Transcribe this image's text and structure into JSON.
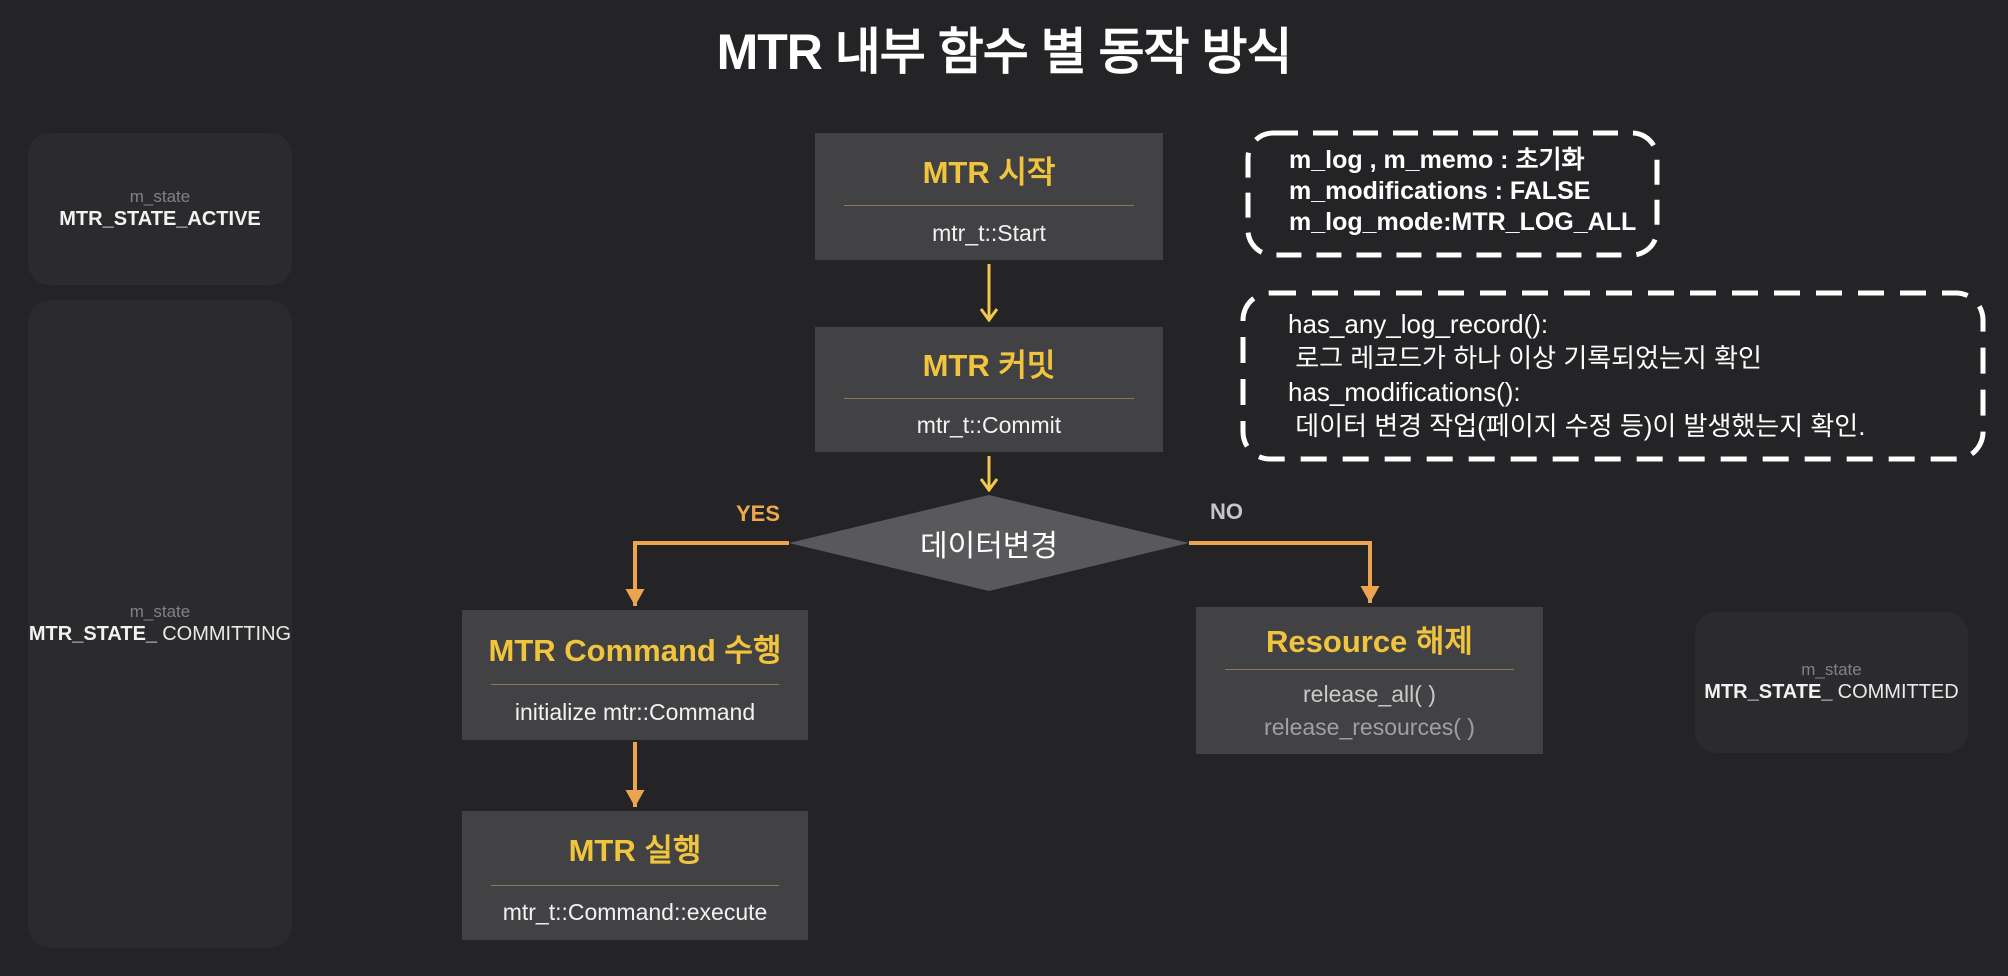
{
  "title": "MTR 내부 함수 별 동작 방식",
  "colors": {
    "background": "#242426",
    "state_box_bg": "#2b2b2d",
    "flow_box_bg": "#424144",
    "diamond_bg": "#59585b",
    "accent_yellow": "#f0c53d",
    "arrow_yellow": "#f2c84b",
    "arrow_orange": "#eda44f",
    "separator": "#8d7b50",
    "note_border": "#ffffff"
  },
  "state_boxes": [
    {
      "label": "m_state",
      "value_strong": "MTR_STATE_ACTIVE",
      "value_rest": ""
    },
    {
      "label": "m_state",
      "value_strong": "MTR_STATE_",
      "value_rest": "COMMITTING"
    },
    {
      "label": "m_state",
      "value_strong": "MTR_STATE_",
      "value_rest": "COMMITTED"
    }
  ],
  "flow": {
    "start": {
      "title": "MTR 시작",
      "subtitle": "mtr_t::Start"
    },
    "commit": {
      "title": "MTR 커밋",
      "subtitle": "mtr_t::Commit"
    },
    "decision": {
      "label": "데이터변경",
      "yes_label": "YES",
      "no_label": "NO"
    },
    "command": {
      "title": "MTR Command 수행",
      "subtitle": "initialize mtr::Command"
    },
    "execute": {
      "title": "MTR 실행",
      "subtitle": "mtr_t::Command::execute"
    },
    "release": {
      "title": "Resource 해제",
      "lines": [
        "release_all( )",
        "release_resources( )"
      ]
    }
  },
  "notes": [
    {
      "lines": [
        "m_log , m_memo : 초기화",
        "m_modifications : FALSE",
        "m_log_mode:MTR_LOG_ALL"
      ]
    },
    {
      "lines": [
        "has_any_log_record():",
        " 로그 레코드가 하나 이상 기록되었는지 확인",
        "has_modifications():",
        " 데이터 변경 작업(페이지 수정 등)이 발생했는지 확인."
      ]
    }
  ]
}
